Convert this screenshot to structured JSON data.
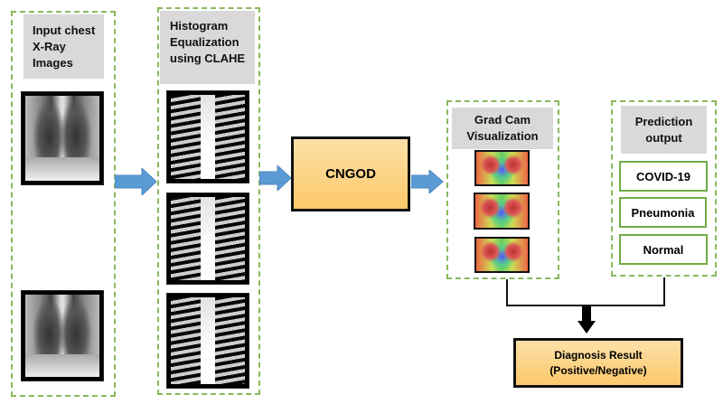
{
  "input_panel": {
    "title_lines": [
      "Input chest",
      "X-Ray",
      "Images"
    ]
  },
  "clahe_panel": {
    "title_lines": [
      "Histogram",
      "Equalization",
      "using CLAHE"
    ]
  },
  "model": {
    "label": "CNGOD"
  },
  "gradcam_panel": {
    "title_lines": [
      "Grad Cam",
      "Visualization"
    ]
  },
  "prediction_panel": {
    "title_lines": [
      "Prediction",
      "output"
    ],
    "classes": [
      "COVID-19",
      "Pneumonia",
      "Normal"
    ]
  },
  "result": {
    "lines": [
      "Diagnosis Result",
      "(Positive/Negative)"
    ]
  },
  "colors": {
    "dashed_border": "#8ab85a",
    "arrow": "#5b9bd5",
    "box_fill": "#fbc96b",
    "label_bg": "#d9d9d9"
  }
}
